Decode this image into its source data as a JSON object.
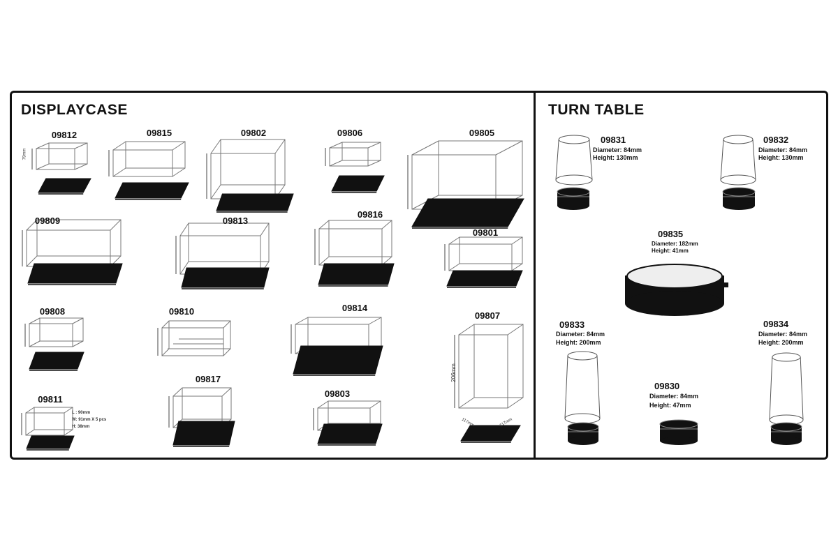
{
  "sections": {
    "displaycase_title": "DISPLAYCASE",
    "turntable_title": "TURN TABLE"
  },
  "displaycases": [
    {
      "code": "09812",
      "height_label": "79mm"
    },
    {
      "code": "09815"
    },
    {
      "code": "09802"
    },
    {
      "code": "09806"
    },
    {
      "code": "09805"
    },
    {
      "code": "09809"
    },
    {
      "code": "09813"
    },
    {
      "code": "09816"
    },
    {
      "code": "09801"
    },
    {
      "code": "09808"
    },
    {
      "code": "09810"
    },
    {
      "code": "09814"
    },
    {
      "code": "09807",
      "height_label": "206mm",
      "width_label": "117mm",
      "depth_label": "117mm"
    },
    {
      "code": "09811",
      "specs": [
        "L : 90mm",
        "W: 91mm  X 5 pcs",
        "H: 38mm"
      ]
    },
    {
      "code": "09817"
    },
    {
      "code": "09803"
    }
  ],
  "turntables": [
    {
      "code": "09831",
      "diameter": "Diameter: 84mm",
      "height": "Height: 130mm"
    },
    {
      "code": "09832",
      "diameter": "Diameter: 84mm",
      "height": "Height: 130mm"
    },
    {
      "code": "09835",
      "diameter": "Diameter: 182mm",
      "height": "Height: 41mm"
    },
    {
      "code": "09833",
      "diameter": "Diameter: 84mm",
      "height": "Height: 200mm"
    },
    {
      "code": "09834",
      "diameter": "Diameter: 84mm",
      "height": "Height: 200mm"
    },
    {
      "code": "09830",
      "diameter": "Diameter: 84mm",
      "height": "Height: 47mm"
    }
  ]
}
